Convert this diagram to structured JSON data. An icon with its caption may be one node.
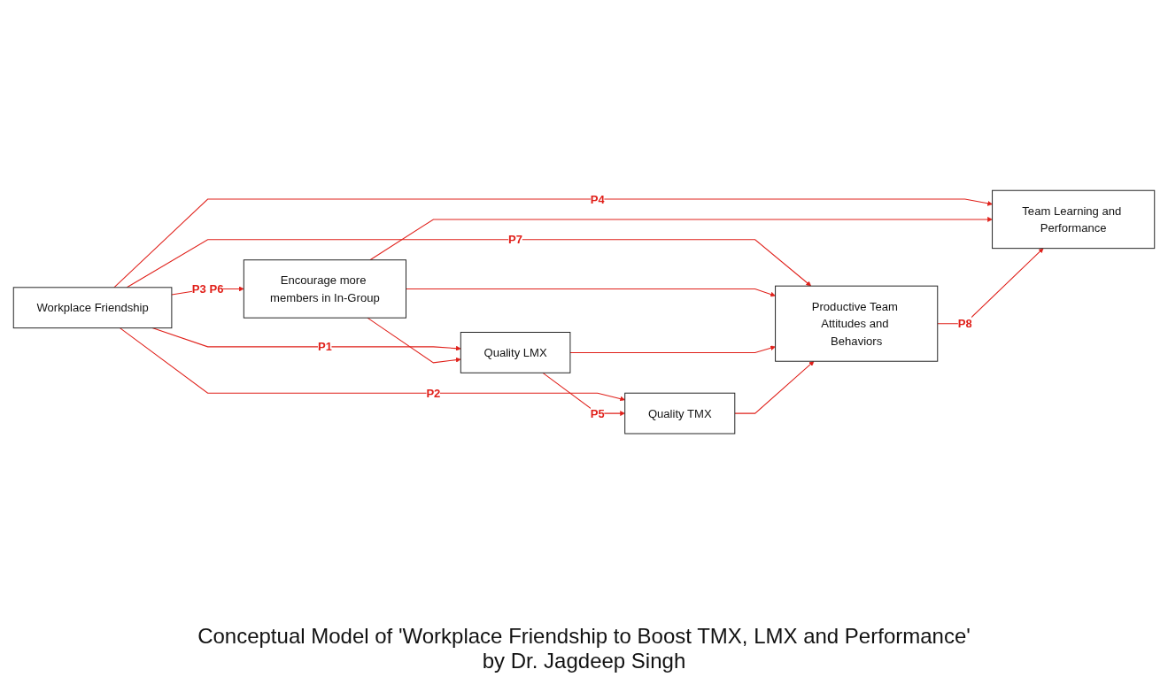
{
  "diagram": {
    "caption": "Conceptual Model of 'Workplace Friendship to Boost TMX, LMX and Performance' by Dr. Jagdeep Singh",
    "nodes": [
      {
        "text": [
          "Workplace Friendship"
        ]
      },
      {
        "text": [
          "Encourage more members in In-Group"
        ]
      },
      {
        "text": [
          "Quality LMX"
        ]
      },
      {
        "text": [
          "Quality TMX"
        ]
      },
      {
        "text": [
          "Productive Team Attitudes and Behaviors"
        ]
      },
      {
        "text": [
          "Team Learning and Performance"
        ]
      }
    ],
    "edges": [
      {
        "from": 0,
        "to": 5,
        "arrow": "to",
        "label": "P4"
      },
      {
        "from": 0,
        "to": 1,
        "arrow": "to",
        "label": "P3 P6"
      },
      {
        "from": 0,
        "to": 2,
        "arrow": "to",
        "label": "P1"
      },
      {
        "from": 0,
        "to": 3,
        "arrow": "to",
        "label": "P2"
      },
      {
        "from": 0,
        "to": 4,
        "arrow": "to",
        "label": "P7"
      },
      {
        "from": 1,
        "to": 2,
        "arrow": "to"
      },
      {
        "from": 1,
        "to": 4,
        "arrow": "to"
      },
      {
        "from": 1,
        "to": 5,
        "arrow": "to"
      },
      {
        "from": 2,
        "to": 3,
        "arrow": "to",
        "label": "P5"
      },
      {
        "from": 2,
        "to": 4,
        "arrow": "to"
      },
      {
        "from": 3,
        "to": 4,
        "arrow": "to"
      },
      {
        "from": 4,
        "to": 5,
        "arrow": "to",
        "label": "P8"
      }
    ]
  }
}
